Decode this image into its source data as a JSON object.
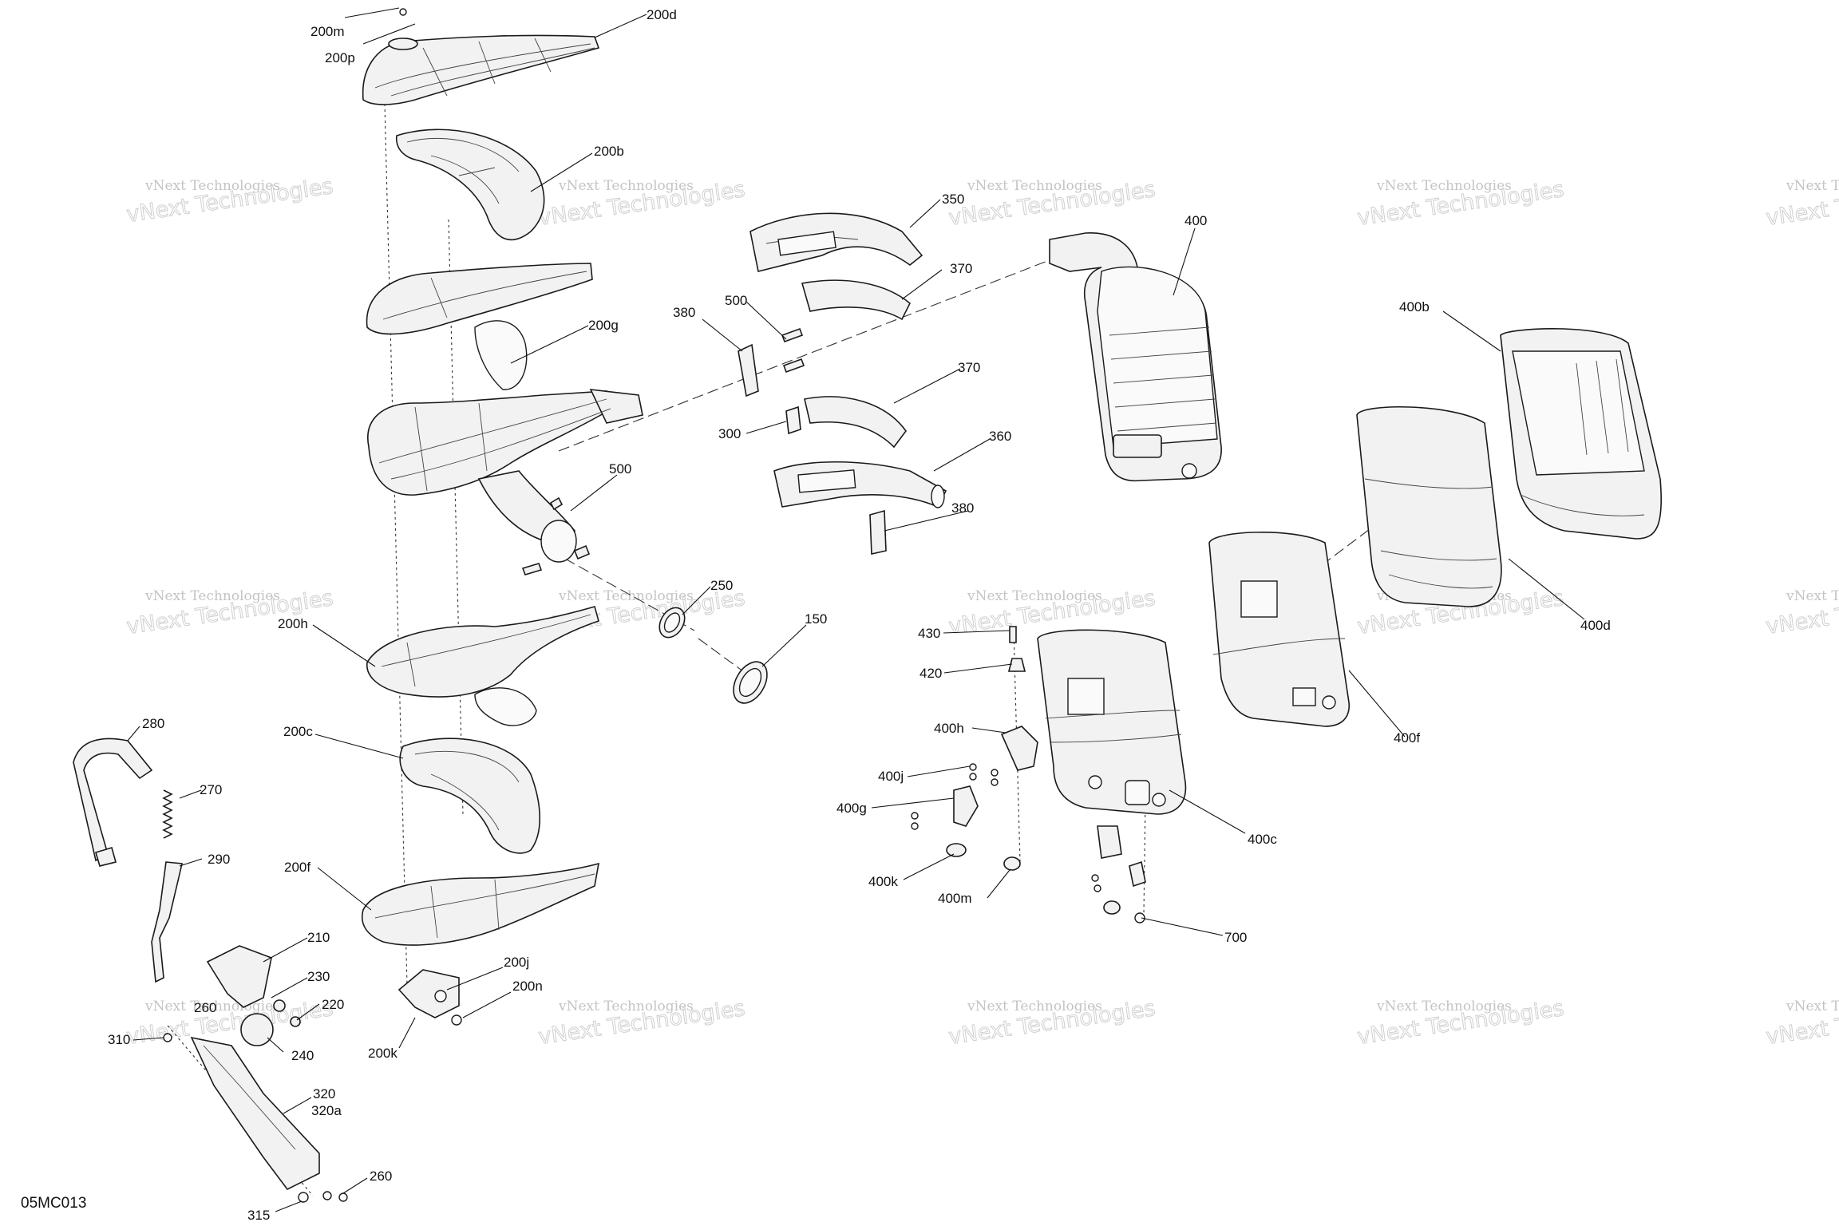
{
  "diagram_code": "05MC013",
  "watermark": {
    "line1": "vNext Technologies",
    "line2": "vNext Technologies"
  },
  "callouts": {
    "c200m": "200m",
    "c200p": "200p",
    "c200d": "200d",
    "c200b": "200b",
    "c200g": "200g",
    "c500a": "500",
    "c500b": "500",
    "c250": "250",
    "c150": "150",
    "c200h": "200h",
    "c200c": "200c",
    "c200f": "200f",
    "c200j": "200j",
    "c200n": "200n",
    "c200k": "200k",
    "c280": "280",
    "c270": "270",
    "c290": "290",
    "c210": "210",
    "c230": "230",
    "c220": "220",
    "c260a": "260",
    "c240": "240",
    "c310": "310",
    "c320": "320",
    "c320a": "320a",
    "c260b": "260",
    "c315": "315",
    "c350": "350",
    "c370a": "370",
    "c370b": "370",
    "c380a": "380",
    "c380b": "380",
    "c300": "300",
    "c360": "360",
    "c400": "400",
    "c400b": "400b",
    "c400d": "400d",
    "c400f": "400f",
    "c400c": "400c",
    "c430": "430",
    "c420": "420",
    "c400h": "400h",
    "c400j": "400j",
    "c400g": "400g",
    "c400k": "400k",
    "c400m": "400m",
    "c700": "700"
  }
}
